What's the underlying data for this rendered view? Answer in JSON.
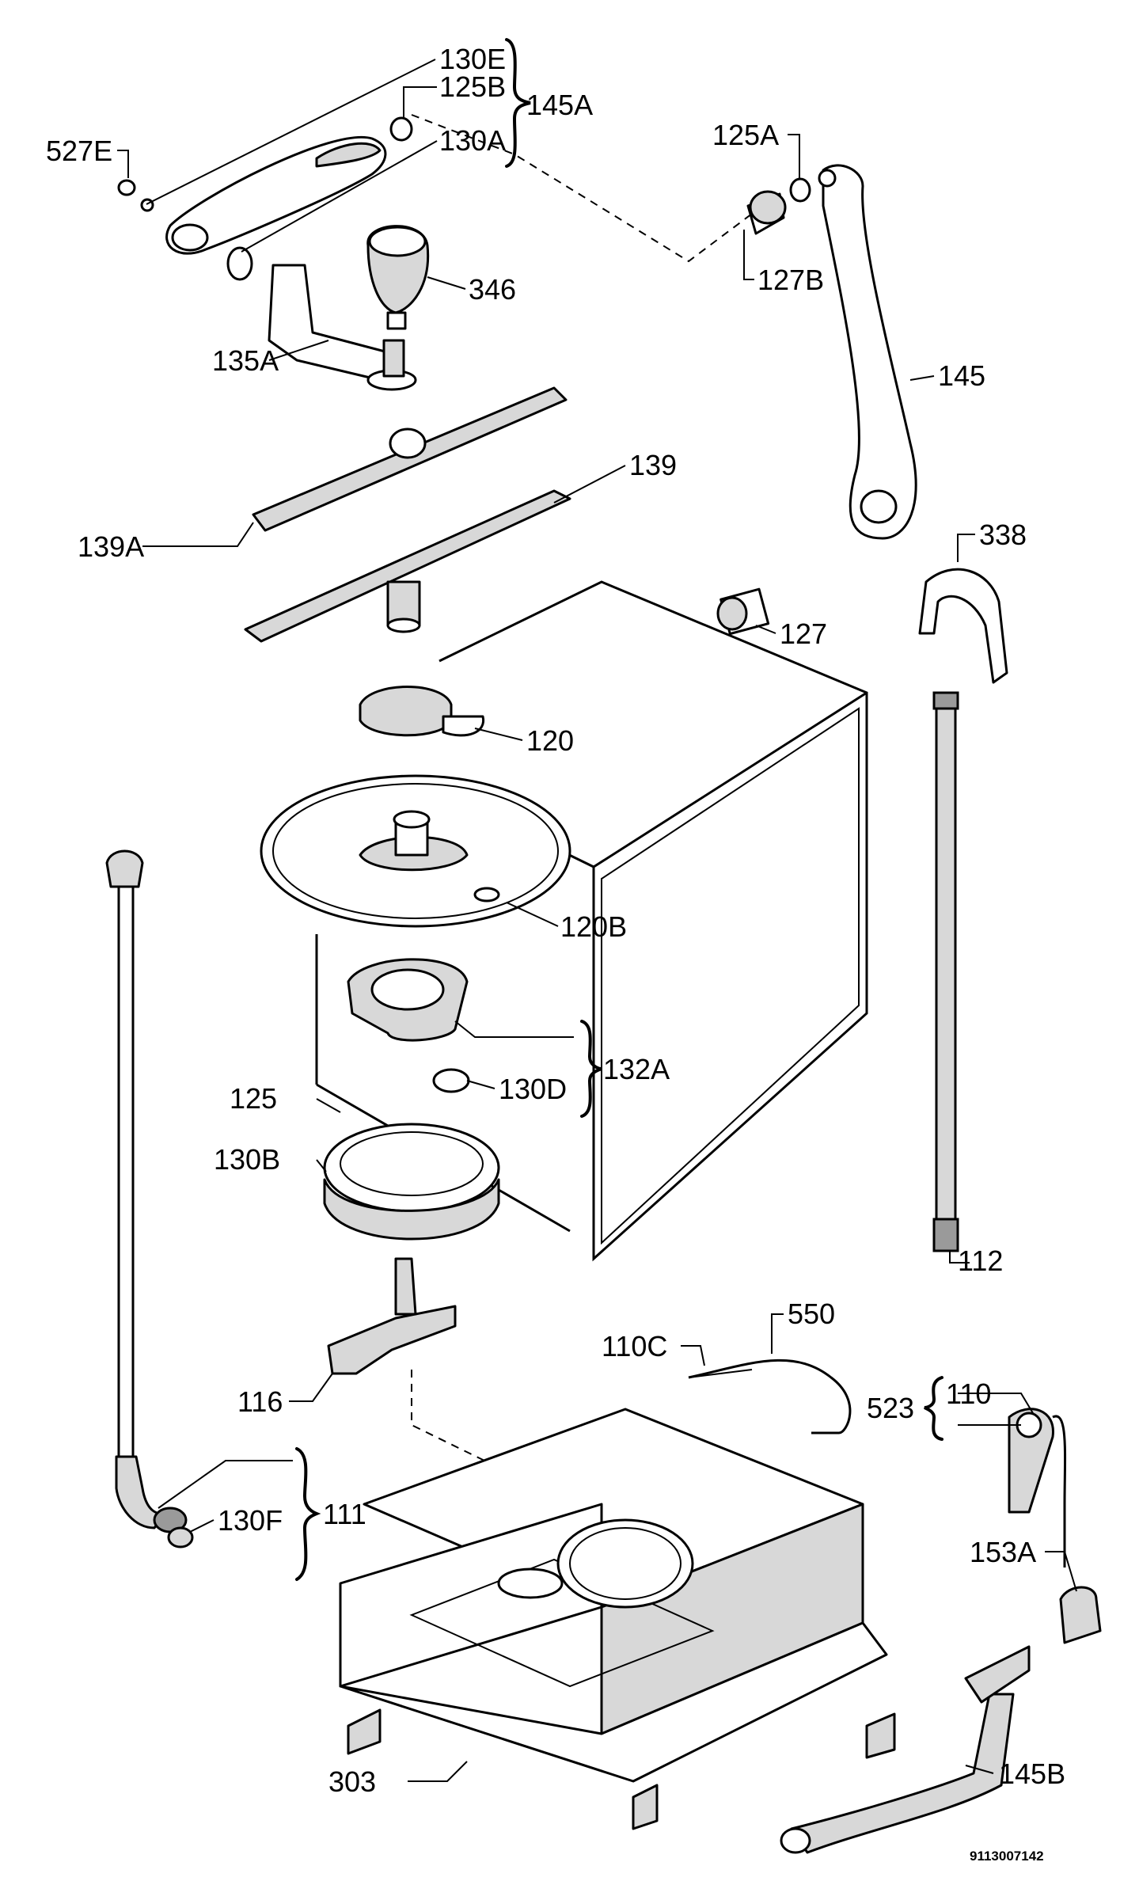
{
  "labels": {
    "p130E": "130E",
    "p125B": "125B",
    "p145A": "145A",
    "p130A": "130A",
    "p527E": "527E",
    "p125A": "125A",
    "p127B": "127B",
    "p346": "346",
    "p135A": "135A",
    "p145": "145",
    "p139": "139",
    "p139A": "139A",
    "p338": "338",
    "p127": "127",
    "p120": "120",
    "p120B": "120B",
    "p132A": "132A",
    "p130D": "130D",
    "p125": "125",
    "p130B": "130B",
    "p112": "112",
    "p550": "550",
    "p110C": "110C",
    "p110": "110",
    "p523": "523",
    "p116": "116",
    "p111": "111",
    "p130F": "130F",
    "p153A": "153A",
    "p303": "303",
    "p145B": "145B"
  },
  "drawing_number": "9113007142"
}
